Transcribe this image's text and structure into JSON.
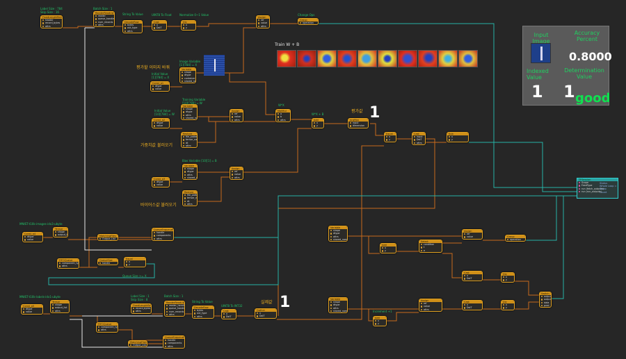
{
  "train_label": "Train W + B",
  "colors": {
    "wire_orange": "#c86a1c",
    "wire_teal": "#27b3a6",
    "wire_white": "#e8e8e8",
    "node_border": "#e0a020",
    "caption": "#22c46a",
    "korean": "#f0b020"
  },
  "korean_captions": [
    {
      "id": "eval-image-change",
      "text": "평가할 이미지 바꿔"
    },
    {
      "id": "load-weights",
      "text": "가중치값 불러오기"
    },
    {
      "id": "load-bias",
      "text": "바이어스값 불러오기"
    },
    {
      "id": "eval-value",
      "text": "평가값"
    },
    {
      "id": "actual-value",
      "text": "실제값"
    }
  ],
  "big_values": {
    "eval_one": "1",
    "actual_one": "1"
  },
  "panel": {
    "input_image_label": "Input Image",
    "accuracy_label": "Accuracy Percent",
    "accuracy_value": "0.8000",
    "indexed_label": "Indexed Value",
    "indexed_value": "1",
    "determination_label": "Determination Value",
    "determination_value": "1",
    "status_word": "good"
  },
  "captions": [
    {
      "id": "label-size",
      "text": "Label Size : 784\nSkip Size : 16"
    },
    {
      "id": "batch-size-top",
      "text": "Batch Size : 1"
    },
    {
      "id": "string-to-value-top",
      "text": "String To Value"
    },
    {
      "id": "uint8-to-float",
      "text": "UINT8 To Float"
    },
    {
      "id": "normalize",
      "text": "Normalize 0~1 Value"
    },
    {
      "id": "change-ops",
      "text": "Change Ops"
    },
    {
      "id": "image-variable",
      "text": "Image Variable\n[1][784] = X"
    },
    {
      "id": "initial-value-1",
      "text": "Initial Value\n[1][784] = X"
    },
    {
      "id": "wx",
      "text": "W*X"
    },
    {
      "id": "wx-b",
      "text": "W*X + B"
    },
    {
      "id": "initial-value-2",
      "text": "Initial Value\n[10][784] = W"
    },
    {
      "id": "training-variable",
      "text": "Training Variable\n[10][784] = W"
    },
    {
      "id": "bias-variable",
      "text": "Bias Variable [10][1] = B"
    },
    {
      "id": "mnist-images",
      "text": "MNIST-t10k-images-idx3-ubyte"
    },
    {
      "id": "queue-size",
      "text": "Queue Size >= X"
    },
    {
      "id": "mnist-labels",
      "text": "MNIST-t10k-labels-idx1-ubyte"
    },
    {
      "id": "label-size-2",
      "text": "Label Size : 1\nSkip Size : 8"
    },
    {
      "id": "batch-size-bottom",
      "text": "Batch Size : 1"
    },
    {
      "id": "string-to-value-bottom",
      "text": "String To Value"
    },
    {
      "id": "uint8-to-int32",
      "text": "UINT8 To INT32"
    },
    {
      "id": "increment",
      "text": "Increment +1"
    }
  ],
  "nodes": [
    {
      "id": "fixed-length-record-reader",
      "title": "FixedLengthRecordReader",
      "rows": [
        "header",
        "record_bytes",
        "attrs"
      ]
    },
    {
      "id": "reader-read-up-to-top",
      "title": "ReaderReadUpTo",
      "rows": [
        "reader",
        "queue_handle",
        "num_records",
        "attrs"
      ]
    },
    {
      "id": "decode-raw-top",
      "title": "DecodeRaw",
      "rows": [
        "bytes",
        "out_type",
        "attrs"
      ]
    },
    {
      "id": "cast-top",
      "title": "Cast",
      "rows": [
        "x",
        "DstT"
      ]
    },
    {
      "id": "div-top",
      "title": "Div",
      "rows": [
        "x",
        "y"
      ]
    },
    {
      "id": "assign-top",
      "title": "Assign",
      "rows": [
        "ref",
        "value",
        "attrs"
      ]
    },
    {
      "id": "group-top",
      "title": "Group",
      "rows": [
        "operation"
      ]
    },
    {
      "id": "variable-image",
      "title": "Variable",
      "rows": [
        "shape",
        "dtype",
        "container",
        "shared_name"
      ]
    },
    {
      "id": "const-1",
      "title": "Const_a1",
      "rows": [
        "dtype",
        "value"
      ]
    },
    {
      "id": "variable-w",
      "title": "Variable",
      "rows": [
        "shape",
        "dtype",
        "attrs",
        "shared_name"
      ]
    },
    {
      "id": "const-2",
      "title": "Const_a2",
      "rows": [
        "dtype",
        "value"
      ]
    },
    {
      "id": "restore-w",
      "title": "Restore",
      "rows": [
        "file_pattern",
        "tensor_name",
        "dt",
        "attrs"
      ]
    },
    {
      "id": "assign-w",
      "title": "Assign",
      "rows": [
        "ref",
        "value",
        "attrs"
      ]
    },
    {
      "id": "matmul",
      "title": "MatMul",
      "rows": [
        "a",
        "b",
        "attrs"
      ]
    },
    {
      "id": "add",
      "title": "Add",
      "rows": [
        "x",
        "y"
      ]
    },
    {
      "id": "argmax",
      "title": "ArgMax",
      "rows": [
        "input",
        "dimension"
      ]
    },
    {
      "id": "equal",
      "title": "Equal",
      "rows": [
        "x",
        "y"
      ]
    },
    {
      "id": "cast-mid",
      "title": "Cast",
      "rows": [
        "input",
        "DstT",
        "attrs"
      ]
    },
    {
      "id": "sub",
      "title": "Sub",
      "rows": [
        "x",
        "y"
      ]
    },
    {
      "id": "variable-b",
      "title": "Variable",
      "rows": [
        "shape",
        "dtype",
        "attrs",
        "shared_name"
      ]
    },
    {
      "id": "const-3",
      "title": "Const_a3",
      "rows": [
        "dtype",
        "value"
      ]
    },
    {
      "id": "assign-b",
      "title": "Assign",
      "rows": [
        "ref",
        "value",
        "attrs"
      ]
    },
    {
      "id": "restore-b",
      "title": "Restore",
      "rows": [
        "file_pattern",
        "tensor_name",
        "dt",
        "attrs"
      ]
    },
    {
      "id": "const-images",
      "title": "Const_a4",
      "rows": [
        "dtype",
        "value"
      ]
    },
    {
      "id": "fifo-images",
      "title": "FIFOQueue",
      "rows": [
        "component_types",
        "attrs"
      ]
    },
    {
      "id": "tensor-images",
      "title": "Tensor",
      "rows": [
        "shape",
        "output_list"
      ]
    },
    {
      "id": "matching-files-images",
      "title": "MatchingFiles",
      "rows": [
        "Output_List"
      ]
    },
    {
      "id": "queue-size-images",
      "title": "QueueSize",
      "rows": [
        "handle"
      ]
    },
    {
      "id": "enqueue-images",
      "title": "QueueEnqueueMany",
      "rows": [
        "handle",
        "components",
        "attrs"
      ]
    },
    {
      "id": "equal-queue",
      "title": "Equal",
      "rows": [
        "x",
        "y"
      ]
    },
    {
      "id": "const-labels",
      "title": "Const_a5",
      "rows": [
        "dtype",
        "value"
      ]
    },
    {
      "id": "tensor-labels",
      "title": "Tensor",
      "rows": [
        "shape",
        "output_list",
        "attrs"
      ]
    },
    {
      "id": "fifo-labels",
      "title": "FIFOQueue",
      "rows": [
        "component_types",
        "attrs"
      ]
    },
    {
      "id": "matching-files-labels",
      "title": "MatchingFiles",
      "rows": [
        "Output_List"
      ]
    },
    {
      "id": "fixed-length-record-reader-2",
      "title": "FixedLengthRecordReader",
      "rows": [
        "record_bytes",
        "attrs"
      ]
    },
    {
      "id": "enqueue-labels",
      "title": "QueueEnqueueMany",
      "rows": [
        "handle",
        "components",
        "attrs"
      ]
    },
    {
      "id": "reader-read-up-to-bottom",
      "title": "ReaderReadUpTo",
      "rows": [
        "reader_handle",
        "queue_handle",
        "num_records",
        "attrs"
      ]
    },
    {
      "id": "decode-raw-bottom",
      "title": "DecodeRaw",
      "rows": [
        "bytes",
        "out_type",
        "attrs"
      ]
    },
    {
      "id": "cast-bottom",
      "title": "Cast",
      "rows": [
        "x",
        "DstT"
      ]
    },
    {
      "id": "gather",
      "title": "Gather",
      "rows": [
        "x",
        "DstT"
      ]
    },
    {
      "id": "variable-acc",
      "title": "Variable",
      "rows": [
        "shape",
        "dtype",
        "attrs",
        "shared_name"
      ]
    },
    {
      "id": "add-acc",
      "title": "Add",
      "rows": [
        "x",
        "y"
      ]
    },
    {
      "id": "select-acc",
      "title": "Select",
      "rows": [
        "condition",
        "t",
        "e"
      ]
    },
    {
      "id": "assign-acc",
      "title": "Assign",
      "rows": [
        "ref",
        "value"
      ]
    },
    {
      "id": "group-acc",
      "title": "Group",
      "rows": [
        "operation"
      ]
    },
    {
      "id": "cast-acc",
      "title": "Cast",
      "rows": [
        "x",
        "DstT"
      ]
    },
    {
      "id": "div-acc",
      "title": "Div",
      "rows": [
        "x",
        "y"
      ]
    },
    {
      "id": "variable-count",
      "title": "Variable",
      "rows": [
        "shape",
        "dtype",
        "attrs",
        "shared_name"
      ]
    },
    {
      "id": "add-count",
      "title": "Add",
      "rows": [
        "x",
        "y"
      ]
    },
    {
      "id": "assign-count",
      "title": "Assign",
      "rows": [
        "ref",
        "value",
        "attrs"
      ]
    },
    {
      "id": "cast-count",
      "title": "Cast",
      "rows": [
        "x",
        "DstT"
      ]
    },
    {
      "id": "div-count",
      "title": "Div",
      "rows": [
        "x",
        "y"
      ]
    },
    {
      "id": "switch",
      "title": "Switch",
      "rows": [
        "output_false",
        "output_true",
        "data",
        "pred"
      ]
    }
  ],
  "tf_session": {
    "title": "TFSession",
    "rows": [
      "Scope",
      "FeedType",
      "run (fetch_outputs)",
      "run (run_outputs)"
    ],
    "side": [
      "Status",
      "Whole Loop =",
      "Sleep",
      "Count"
    ]
  }
}
